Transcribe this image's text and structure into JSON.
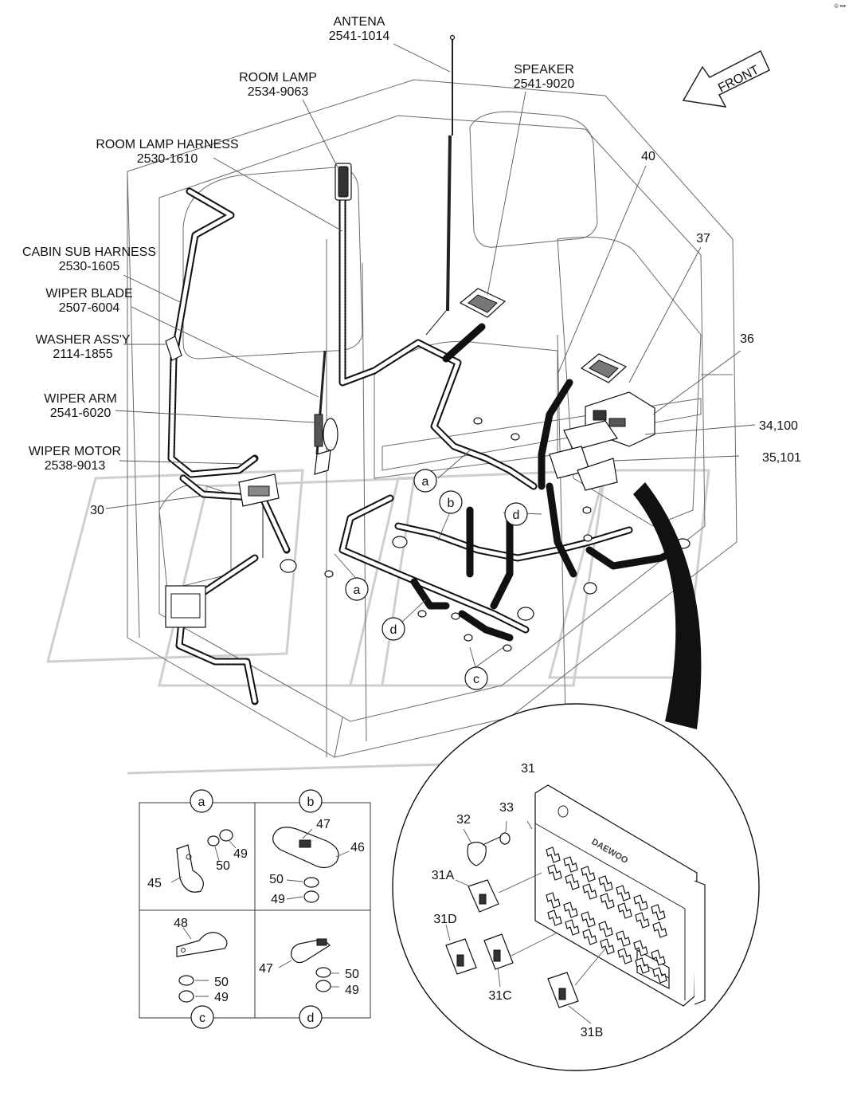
{
  "callouts": {
    "antena": {
      "name": "ANTENA",
      "code": "2541-1014"
    },
    "room_lamp": {
      "name": "ROOM LAMP",
      "code": "2534-9063"
    },
    "speaker": {
      "name": "SPEAKER",
      "code": "2541-9020"
    },
    "room_lamp_harness": {
      "name": "ROOM LAMP HARNESS",
      "code": "2530-1610"
    },
    "cabin_sub_harness": {
      "name": "CABIN SUB HARNESS",
      "code": "2530-1605"
    },
    "wiper_blade": {
      "name": "WIPER BLADE",
      "code": "2507-6004"
    },
    "washer_assy": {
      "name": "WASHER ASS'Y",
      "code": "2114-1855"
    },
    "wiper_arm": {
      "name": "WIPER ARM",
      "code": "2541-6020"
    },
    "wiper_motor": {
      "name": "WIPER MOTOR",
      "code": "2538-9013"
    }
  },
  "front_arrow": "FRONT",
  "part_numbers": {
    "p40": "40",
    "p37": "37",
    "p36": "36",
    "p34_100": "34,100",
    "p35_101": "35,101",
    "p30": "30"
  },
  "detail_letters": {
    "a": "a",
    "b": "b",
    "c": "c",
    "d": "d"
  },
  "detail_parts": {
    "a": {
      "p45": "45",
      "p50": "50",
      "p49": "49"
    },
    "b": {
      "p47": "47",
      "p46": "46",
      "p50": "50",
      "p49": "49"
    },
    "c": {
      "p48": "48",
      "p50": "50",
      "p49": "49"
    },
    "d": {
      "p47": "47",
      "p50": "50",
      "p49": "49"
    }
  },
  "fuse_box": {
    "p31": "31",
    "p32": "32",
    "p33": "33",
    "p31a": "31A",
    "p31d": "31D",
    "p31c": "31C",
    "p31b": "31B",
    "brand": "DAEWOO"
  },
  "corner_mark": "© •••"
}
